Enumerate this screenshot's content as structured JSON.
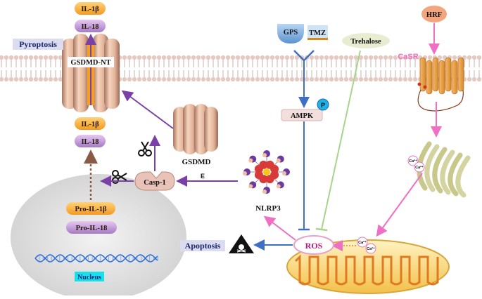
{
  "labels": {
    "pyroptosis": "Pyroptosis",
    "gsdmd_nt": "GSDMD-NT",
    "il1b": "IL-1β",
    "il18": "IL-18",
    "pro_il1b": "Pro-IL-1β",
    "pro_il18": "Pro-IL-18",
    "nucleus": "Nucleus",
    "gsdmd": "GSDMD",
    "casp1": "Casp-1",
    "e": "E",
    "nlrp3": "NLRP3",
    "apoptosis": "Apoptosis",
    "ros": "ROS",
    "ampk": "AMPK",
    "p": "P",
    "gps": "GPS",
    "tmz": "TMZ",
    "trehalose": "Trehalose",
    "hrf": "HRF",
    "casr": "CaSR",
    "ca": "Ca²⁺"
  },
  "colors": {
    "pyroptosis_arrow": "#7b3fa8",
    "ampk_arrow": "#3f6fc4",
    "trehalose_line": "#a8d48c",
    "casr_arrow": "#ee6fc4",
    "ros_text": "#c2157a",
    "nucleus_label_bg": "#18e0e8"
  },
  "icons": {
    "scissors": "scissors-icon",
    "skull": "skull-hazard-icon",
    "dna": "dna-icon"
  }
}
